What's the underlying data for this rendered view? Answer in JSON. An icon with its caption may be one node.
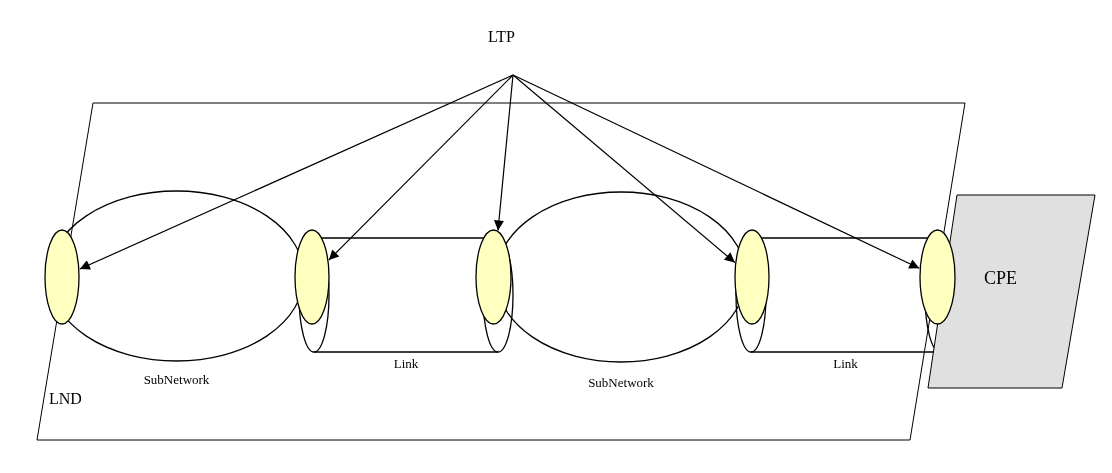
{
  "diagram": {
    "nodes": [
      {
        "text": [
          "LTP"
        ]
      },
      {
        "text": [
          "LND"
        ]
      },
      {
        "text": [],
        "shape": "ellipse"
      },
      {
        "text": [
          "SubNetwork"
        ],
        "in": 1
      },
      {
        "text": [],
        "shape": "ellipse",
        "in": 1
      },
      {
        "text": [
          "Link"
        ],
        "in": 1
      },
      {
        "text": [],
        "shape": "ellipse",
        "in": 1
      },
      {
        "text": [
          "SubNetwork"
        ],
        "in": 1
      },
      {
        "text": [],
        "shape": "ellipse",
        "in": 1
      },
      {
        "text": [
          "Link"
        ],
        "in": 1
      },
      {
        "text": [],
        "shape": "ellipse"
      },
      {
        "text": [
          "CPE"
        ]
      }
    ],
    "edges": [
      {
        "from": 0,
        "to": 2,
        "arrow": "to"
      },
      {
        "from": 0,
        "to": 4,
        "arrow": "to"
      },
      {
        "from": 0,
        "to": 6,
        "arrow": "to"
      },
      {
        "from": 0,
        "to": 8,
        "arrow": "to"
      },
      {
        "from": 0,
        "to": 10,
        "arrow": "to"
      }
    ]
  }
}
